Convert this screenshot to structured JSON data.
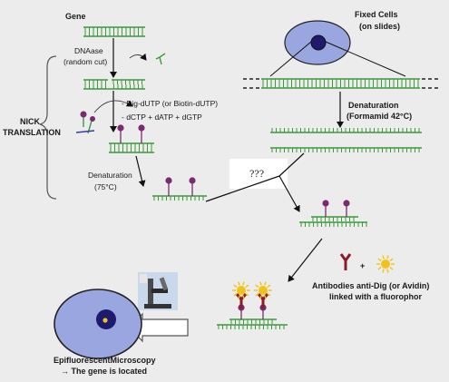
{
  "labels": {
    "gene": "Gene",
    "dnaase_1": "DNAase",
    "dnaase_2": "(random cut)",
    "nick_1": "NICK",
    "nick_2": "TRANSLATION",
    "mix_1": "- Dig-dUTP (or Biotin-dUTP)",
    "mix_2": "- dCTP + dATP + dGTP",
    "denat_probe_1": "Denaturation",
    "denat_probe_2": "(75°C)",
    "fixed_cells_1": "Fixed Cells",
    "fixed_cells_2": "(on slides)",
    "denat_target_1": "Denaturation",
    "denat_target_2": "(Formamid 42°C)",
    "unknown": "???",
    "antibodies_1": "Antibodies anti-Dig (or Avidin)",
    "antibodies_2": "linked with a fluorophor",
    "plus": "+",
    "microscopy_1": "EpifluorescentMicroscopy",
    "microscopy_2": "→ The gene is located"
  },
  "colors": {
    "dna_green": "#3d9a3d",
    "label_purple": "#7a2a6e",
    "antibody_red": "#8a1c2a",
    "fluorophor_yellow": "#f2c21b",
    "cell_fill": "#9aa6df",
    "nucleus_fill": "#1e1a6e"
  }
}
